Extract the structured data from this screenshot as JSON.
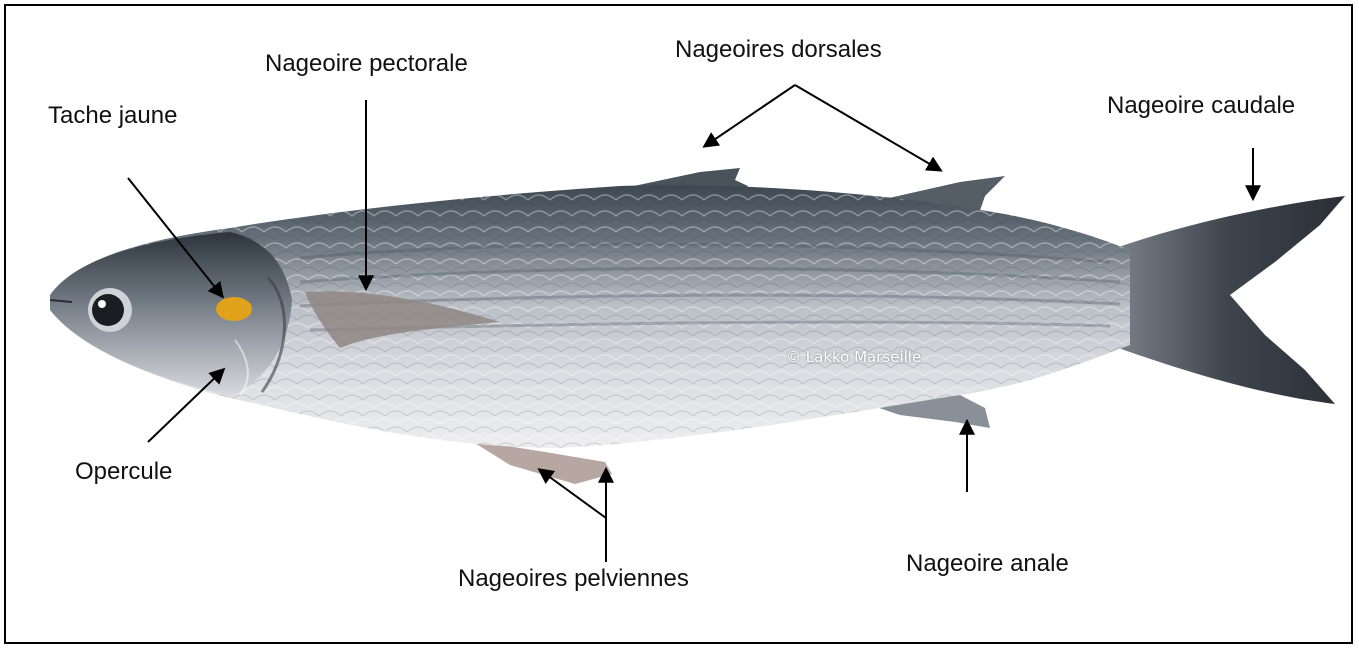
{
  "labels": {
    "tache_jaune": "Tache jaune",
    "nageoire_pectorale": "Nageoire pectorale",
    "nageoires_dorsales": "Nageoires dorsales",
    "nageoire_caudale": "Nageoire caudale",
    "opercule": "Opercule",
    "nageoires_pelviennes": "Nageoires pelviennes",
    "nageoire_anale": "Nageoire anale"
  },
  "watermark": "© Lakko Marseille",
  "colors": {
    "frame": "#000000",
    "arrow": "#000000",
    "fish_back": "#4a5560",
    "fish_silver": "#c9cdd3",
    "fish_belly": "#e8e8ea",
    "tail": "#3a4048",
    "yellow_spot": "#e0a21a",
    "pelvic_fin": "#b7a7a2"
  }
}
